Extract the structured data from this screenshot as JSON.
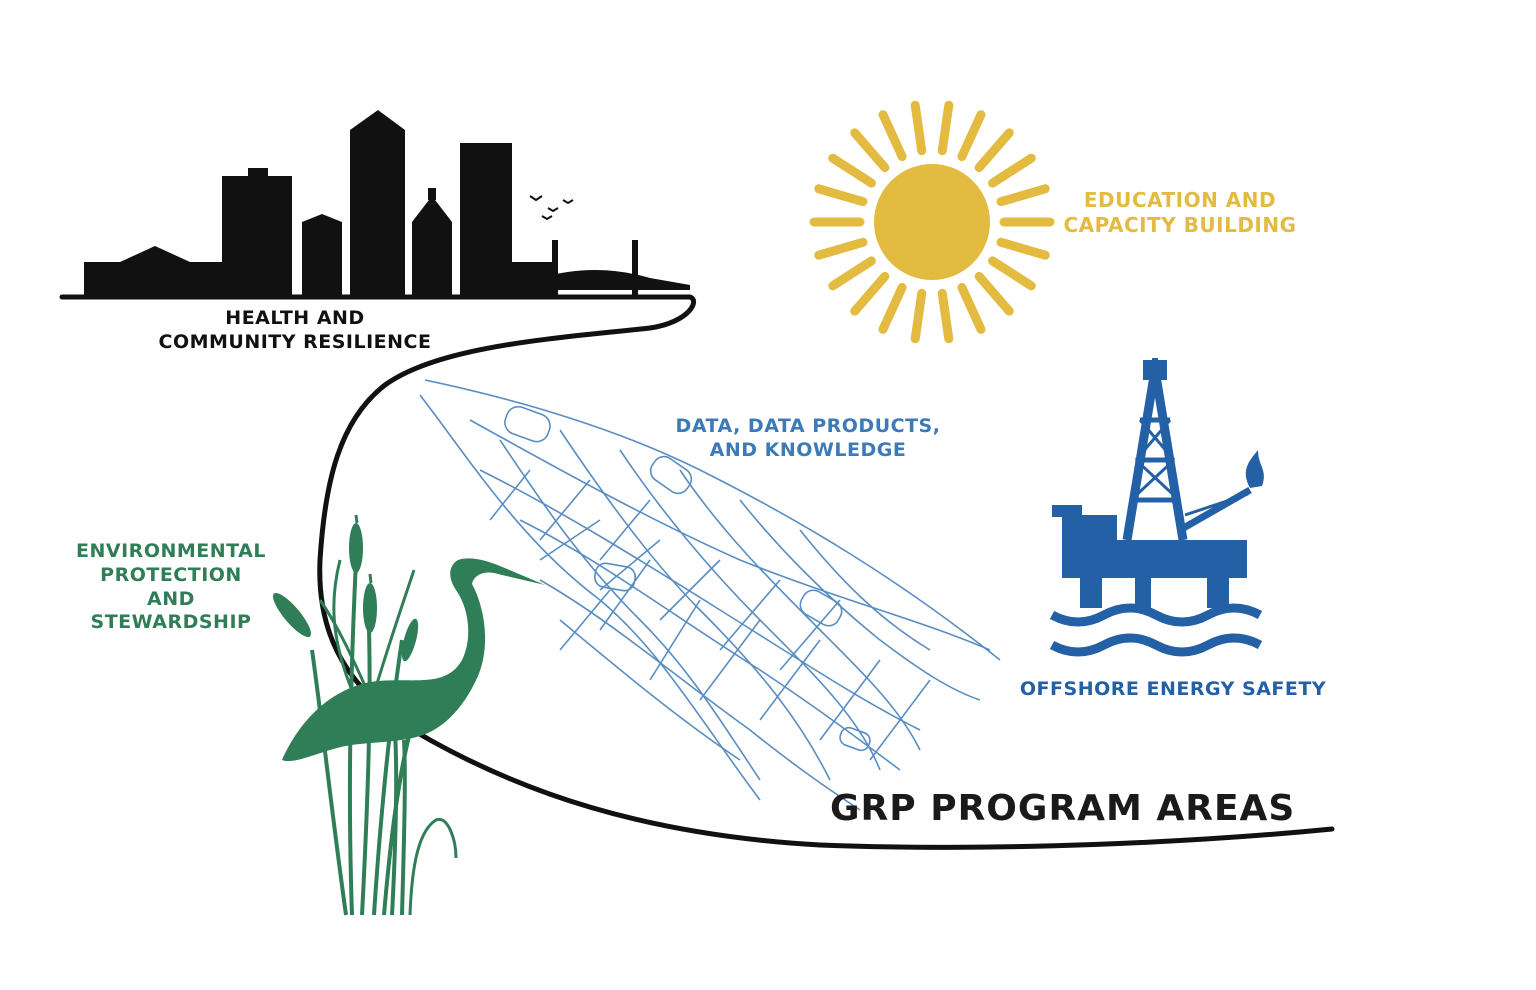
{
  "colors": {
    "city": "#111111",
    "sun": "#e3bb41",
    "data": "#3d7ab8",
    "env": "#2f7e57",
    "offshore": "#2460a6",
    "title": "#1a1a1a",
    "road": "#111111"
  },
  "labels": {
    "health": [
      "HEALTH AND",
      "COMMUNITY RESILIENCE"
    ],
    "education": [
      "EDUCATION AND",
      "CAPACITY BUILDING"
    ],
    "data": [
      "DATA, DATA PRODUCTS,",
      "AND KNOWLEDGE"
    ],
    "environment": [
      "ENVIRONMENTAL",
      "PROTECTION",
      "AND",
      "STEWARDSHIP"
    ],
    "offshore": [
      "OFFSHORE ENERGY SAFETY"
    ],
    "title": "GRP PROGRAM AREAS"
  },
  "icons": {
    "city": "city-skyline-icon",
    "sun": "sun-icon",
    "net": "fishing-net-icon",
    "egret": "egret-cattails-icon",
    "rig": "oil-rig-icon"
  }
}
